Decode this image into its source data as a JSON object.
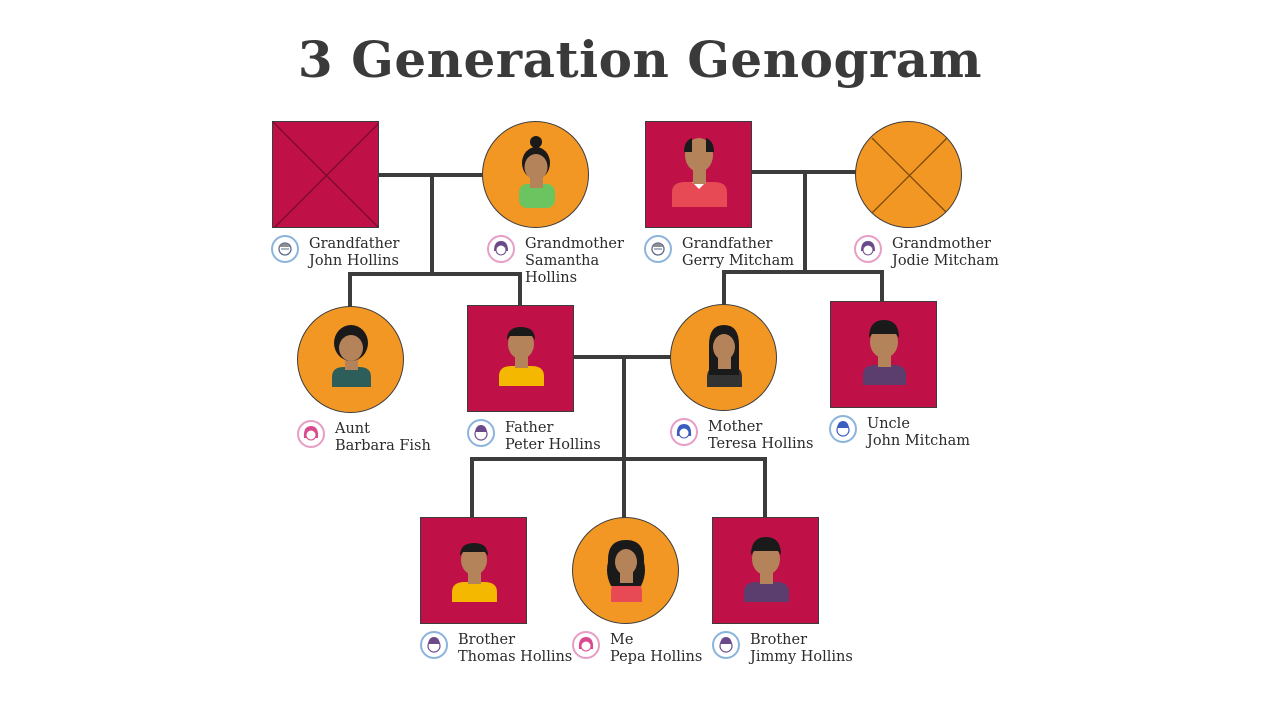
{
  "title": "3 Generation Genogram",
  "colors": {
    "male": "#bf1048",
    "female": "#f29723",
    "line": "#3c3c3c"
  },
  "people": {
    "grandfather_john": {
      "role": "Grandfather",
      "name": "John Hollins",
      "sex": "male",
      "deceased": true
    },
    "grandmother_samantha": {
      "role": "Grandmother",
      "name_line1": "Samantha",
      "name_line2": "Hollins",
      "sex": "female",
      "deceased": false
    },
    "grandfather_gerry": {
      "role": "Grandfather",
      "name": "Gerry Mitcham",
      "sex": "male",
      "deceased": false
    },
    "grandmother_jodie": {
      "role": "Grandmother",
      "name": "Jodie Mitcham",
      "sex": "female",
      "deceased": true
    },
    "aunt_barbara": {
      "role": "Aunt",
      "name": "Barbara Fish",
      "sex": "female"
    },
    "father_peter": {
      "role": "Father",
      "name": "Peter Hollins",
      "sex": "male"
    },
    "mother_teresa": {
      "role": "Mother",
      "name": "Teresa Hollins",
      "sex": "female"
    },
    "uncle_john": {
      "role": "Uncle",
      "name": "John Mitcham",
      "sex": "male"
    },
    "brother_thomas": {
      "role": "Brother",
      "name": "Thomas Hollins",
      "sex": "male"
    },
    "me_pepa": {
      "role": "Me",
      "name": "Pepa Hollins",
      "sex": "female"
    },
    "brother_jimmy": {
      "role": "Brother",
      "name": "Jimmy Hollins",
      "sex": "male"
    }
  }
}
